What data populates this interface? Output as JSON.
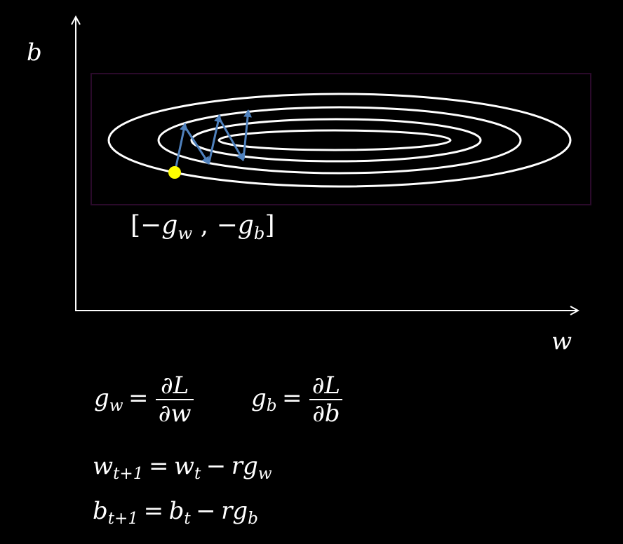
{
  "axes": {
    "x_label": "w",
    "y_label": "b"
  },
  "gradient_label": {
    "open": "[",
    "minus1": "−",
    "g_w": "g",
    "g_w_sub": "w",
    "comma": " ,",
    "minus2": "−",
    "g_b": "g",
    "g_b_sub": "b",
    "close": "]"
  },
  "equations": {
    "gw_def": {
      "lhs": "g",
      "lhs_sub": "w",
      "eq": "=",
      "num": "∂L",
      "den": "∂w"
    },
    "gb_def": {
      "lhs": "g",
      "lhs_sub": "b",
      "eq": "=",
      "num": "∂L",
      "den": "∂b"
    },
    "w_update": {
      "lhs": "w",
      "lhs_sub": "t+1",
      "eq": "=",
      "t1": "w",
      "t1_sub": "t",
      "minus": "−",
      "t2": "rg",
      "t2_sub": "w"
    },
    "b_update": {
      "lhs": "b",
      "lhs_sub": "t+1",
      "eq": "=",
      "t1": "b",
      "t1_sub": "t",
      "minus": "−",
      "t2": "rg",
      "t2_sub": "b"
    }
  },
  "colors": {
    "background": "#000000",
    "foreground": "#ffffff",
    "contour": "#ffffff",
    "path": "#4f81bd",
    "start_point": "#ffff00",
    "frame": "#2a0a2a"
  }
}
